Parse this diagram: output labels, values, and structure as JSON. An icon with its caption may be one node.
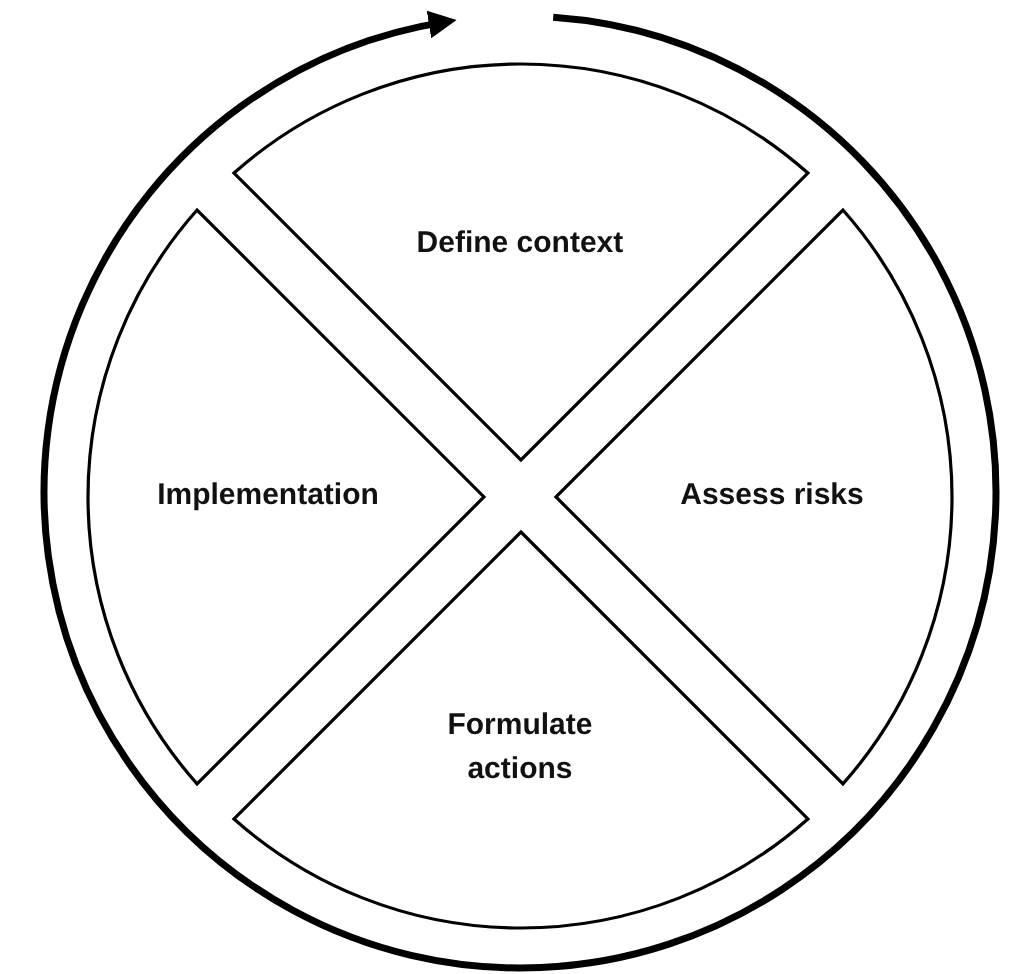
{
  "diagram": {
    "nodes": [
      {
        "text": [
          "Define context"
        ]
      },
      {
        "text": [
          "Implementation"
        ]
      },
      {
        "text": [
          "Assess risks"
        ]
      },
      {
        "text": [
          "Formulate actions"
        ]
      }
    ]
  }
}
